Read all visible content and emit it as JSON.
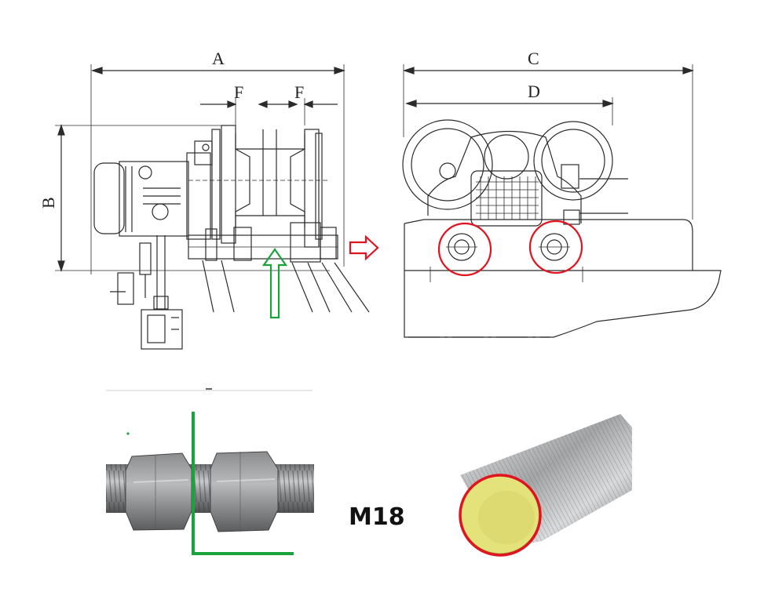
{
  "dimensions": {
    "width_label": "A",
    "height_label": "B",
    "right_width_label": "C",
    "right_inner_label": "D",
    "flange_left_label": "F",
    "flange_right_label": "F"
  },
  "bolt_size_label": "M18",
  "icons": {
    "flow_arrow": "right-arrow-icon",
    "up_arrow": "up-arrow-icon",
    "highlight": "circle-highlight"
  },
  "colors": {
    "line": "#2b2b2b",
    "red_highlight": "#e0141e",
    "green_marker": "#1aa33a",
    "rod_cap": "#e4e27a",
    "steel": "#9a9c9e"
  }
}
